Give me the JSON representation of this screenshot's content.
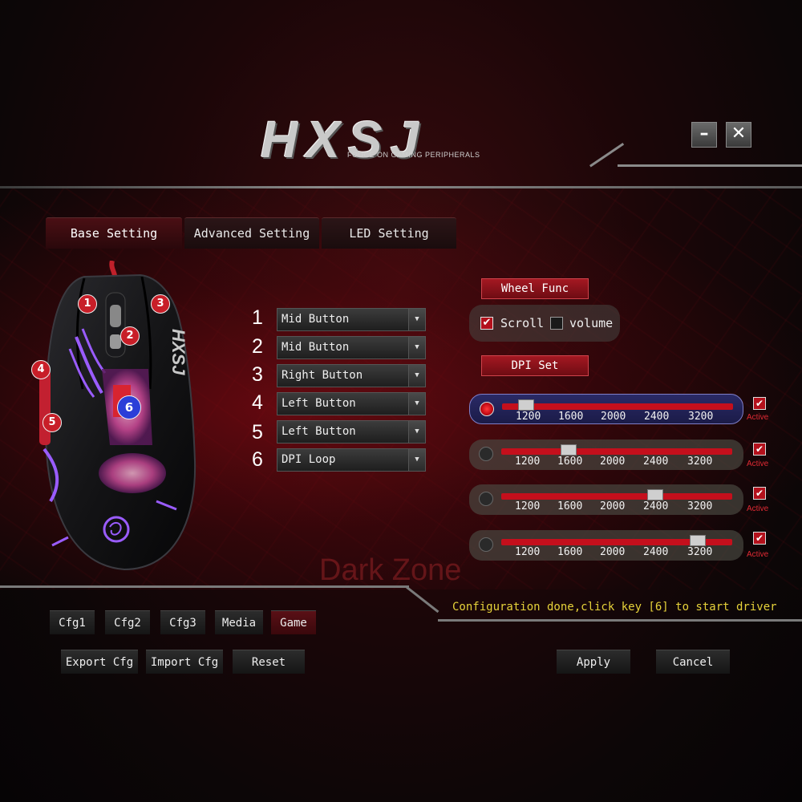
{
  "brand": {
    "logo": "HXSJ",
    "tagline": "FOUCE ON GAMING PERIPHERALS"
  },
  "window": {
    "minimize_icon": "minimize-icon",
    "close_icon": "close-icon",
    "minimize": "–",
    "close": "✕"
  },
  "tabs": [
    {
      "label": "Base Setting",
      "active": true
    },
    {
      "label": "Advanced Setting",
      "active": false
    },
    {
      "label": "LED Setting",
      "active": false
    }
  ],
  "mouse": {
    "badges": [
      "1",
      "2",
      "3",
      "4",
      "5",
      "6"
    ]
  },
  "button_mapping": [
    {
      "number": "1",
      "value": "Mid Button"
    },
    {
      "number": "2",
      "value": "Mid Button"
    },
    {
      "number": "3",
      "value": "Right Button"
    },
    {
      "number": "4",
      "value": "Left Button"
    },
    {
      "number": "5",
      "value": "Left Button"
    },
    {
      "number": "6",
      "value": "DPI Loop"
    }
  ],
  "wheel_func": {
    "label": "Wheel Func",
    "options": [
      {
        "label": "Scroll",
        "checked": true
      },
      {
        "label": "volume",
        "checked": false
      }
    ]
  },
  "dpi_set": {
    "label": "DPI Set",
    "ticks": [
      "1200",
      "1600",
      "2000",
      "2400",
      "3200"
    ],
    "active_label": "Active",
    "rows": [
      {
        "selected": true,
        "value": "1200",
        "active": true
      },
      {
        "selected": false,
        "value": "1600",
        "active": true
      },
      {
        "selected": false,
        "value": "2400",
        "active": true
      },
      {
        "selected": false,
        "value": "3200",
        "active": true
      }
    ]
  },
  "background_text": "Dark Zone",
  "status": "Configuration done,click key [6] to start driver",
  "config_buttons": [
    {
      "label": "Cfg1",
      "active": false
    },
    {
      "label": "Cfg2",
      "active": false
    },
    {
      "label": "Cfg3",
      "active": false
    },
    {
      "label": "Media",
      "active": false
    },
    {
      "label": "Game",
      "active": true
    }
  ],
  "actions": {
    "export": "Export Cfg",
    "import": "Import Cfg",
    "reset": "Reset",
    "apply": "Apply",
    "cancel": "Cancel"
  },
  "colors": {
    "accent": "#b3111c",
    "status_text": "#e6d23a",
    "selected_row": "#1b1b48"
  }
}
